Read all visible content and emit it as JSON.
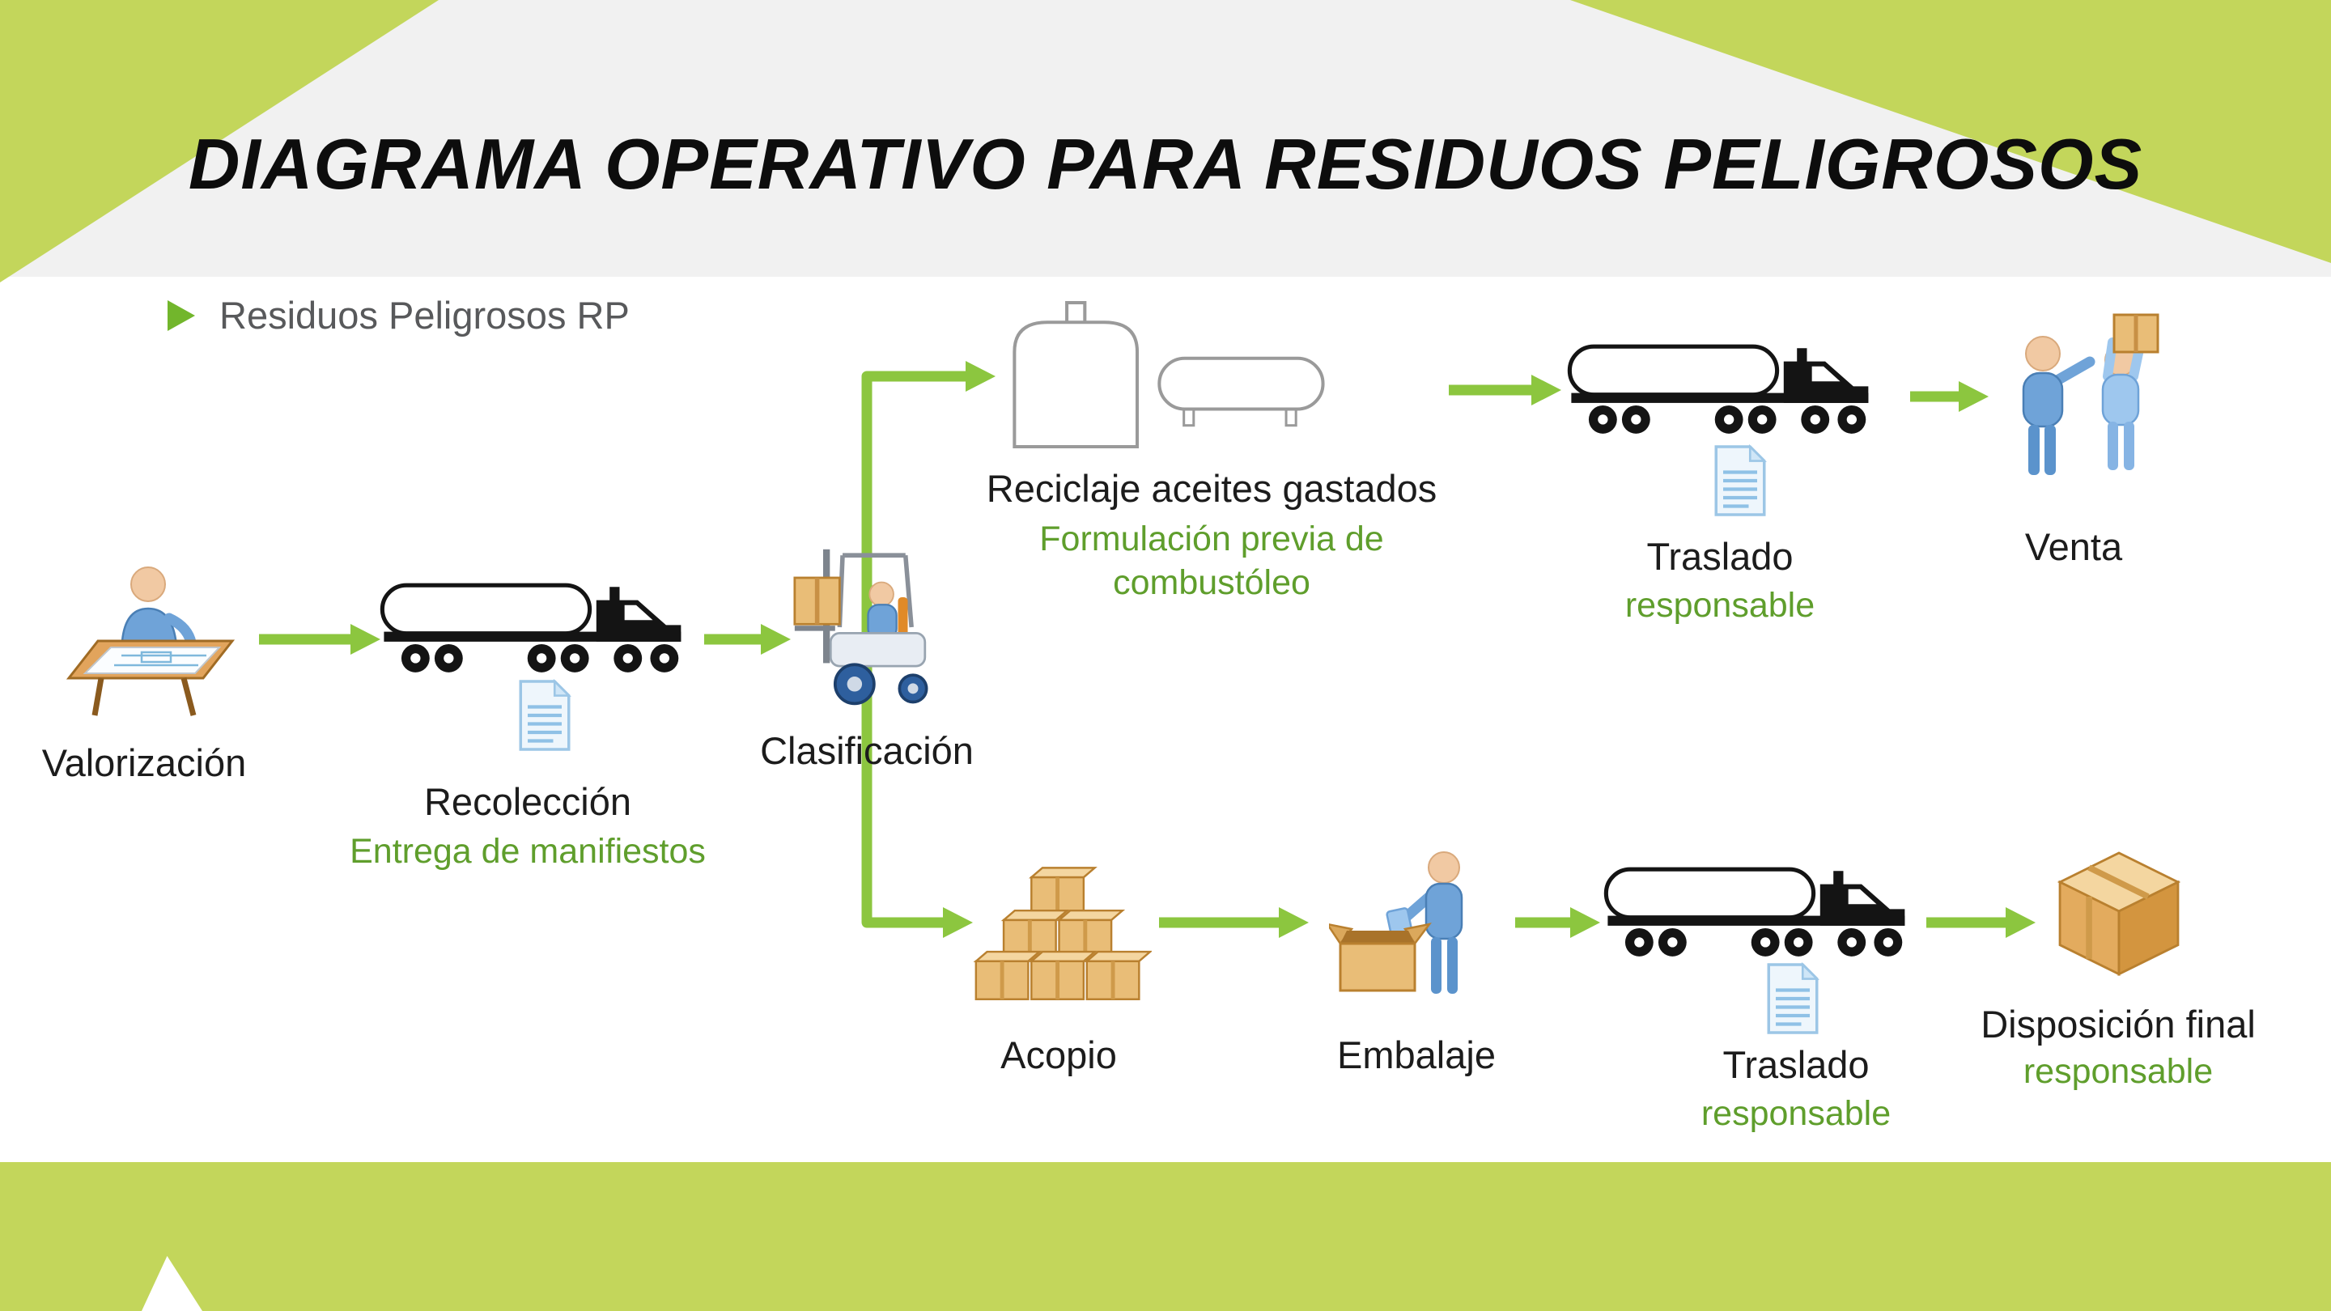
{
  "title": "DIAGRAMA OPERATIVO PARA RESIDUOS PELIGROSOS",
  "legend": {
    "label": "Residuos Peligrosos RP"
  },
  "nodes": {
    "valorizacion": {
      "label": "Valorización"
    },
    "recoleccion": {
      "label": "Recolección",
      "sublabel": "Entrega de manifiestos"
    },
    "clasificacion": {
      "label": "Clasificación"
    },
    "reciclaje": {
      "label": "Reciclaje aceites gastados",
      "sublabel": "Formulación previa de combustóleo"
    },
    "traslado_superior": {
      "label": "Traslado",
      "sublabel": "responsable"
    },
    "venta": {
      "label": "Venta"
    },
    "acopio": {
      "label": "Acopio"
    },
    "embalaje": {
      "label": "Embalaje"
    },
    "traslado_inferior": {
      "label": "Traslado",
      "sublabel": "responsable"
    },
    "disposicion_final": {
      "label": "Disposición final",
      "sublabel": "responsable"
    }
  },
  "edges": [
    {
      "from": "valorizacion",
      "to": "recoleccion"
    },
    {
      "from": "recoleccion",
      "to": "clasificacion"
    },
    {
      "from": "clasificacion",
      "to": "reciclaje"
    },
    {
      "from": "reciclaje",
      "to": "traslado_superior"
    },
    {
      "from": "traslado_superior",
      "to": "venta"
    },
    {
      "from": "clasificacion",
      "to": "acopio"
    },
    {
      "from": "acopio",
      "to": "embalaje"
    },
    {
      "from": "embalaje",
      "to": "traslado_inferior"
    },
    {
      "from": "traslado_inferior",
      "to": "disposicion_final"
    }
  ],
  "colors": {
    "lime": "#c3d65b",
    "arrow_green": "#8cc63f",
    "text_green": "#5f9e2c",
    "header_bg": "#f1f1f1",
    "label_dark": "#1c1c1c",
    "legend_text": "#58595b",
    "legend_green": "#72b62c"
  }
}
